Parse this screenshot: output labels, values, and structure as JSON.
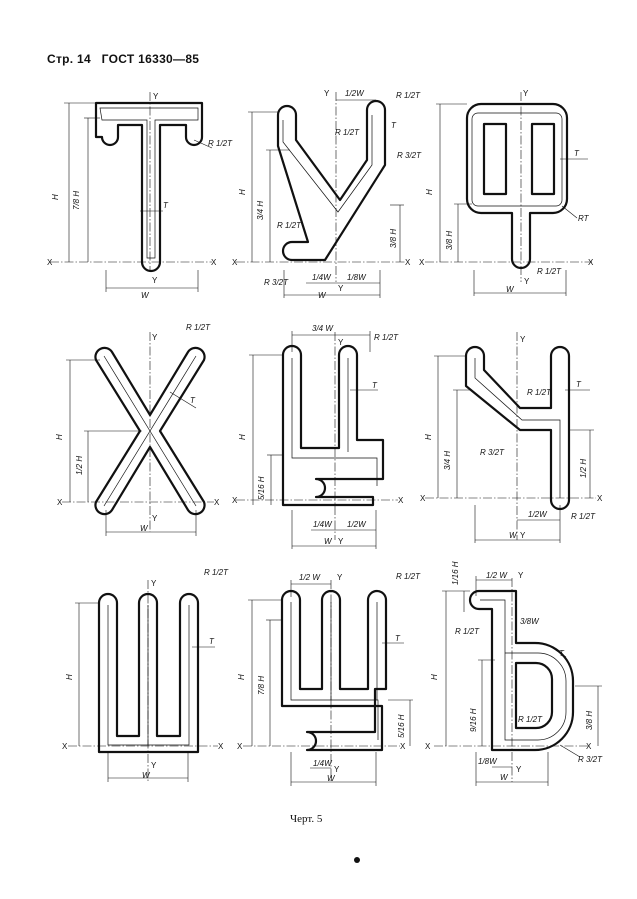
{
  "header": {
    "page": "Стр. 14",
    "doc": "ГОСТ 16330—85"
  },
  "caption": "Черт. 5",
  "letters": [
    {
      "letter": "Т",
      "labels": {
        "H": "H",
        "h78": "7/8 H",
        "W": "W",
        "Y": "Y",
        "X": "X",
        "T": "T",
        "R": "R 1/2T"
      }
    },
    {
      "letter": "У",
      "labels": {
        "Y": "Y",
        "half_w": "1/2W",
        "R1": "R 1/2T",
        "R1b": "R 1/2T",
        "T": "T",
        "R3": "R 3/2T",
        "H": "H",
        "h34": "3/4 H",
        "h38": "3/8 H",
        "R2": "R 1/2T",
        "R3b": "R 3/2T",
        "w14": "1/4W",
        "w18": "1/8W",
        "W": "W",
        "X": "X"
      }
    },
    {
      "letter": "Ф",
      "labels": {
        "Y": "Y",
        "T": "T",
        "RT": "RT",
        "R": "R 1/2T",
        "H": "H",
        "h38": "3/8 H",
        "W": "W",
        "X": "X"
      }
    },
    {
      "letter": "Х",
      "labels": {
        "Y": "Y",
        "R": "R 1/2T",
        "T": "T",
        "H": "H",
        "h12": "1/2 H",
        "W": "W",
        "X": "X"
      }
    },
    {
      "letter": "Ц",
      "labels": {
        "w34": "3/4 W",
        "Y": "Y",
        "R": "R 1/2T",
        "T": "T",
        "H": "H",
        "h516": "5/16 H",
        "w14": "1/4W",
        "w12": "1/2W",
        "W": "W",
        "X": "X"
      }
    },
    {
      "letter": "Ч",
      "labels": {
        "Y": "Y",
        "R1": "R 1/2T",
        "T": "T",
        "R3": "R 3/2T",
        "H": "H",
        "h34": "3/4 H",
        "h12": "1/2 H",
        "w12": "1/2W",
        "R2": "R 1/2T",
        "W": "W",
        "X": "X"
      }
    },
    {
      "letter": "Ш",
      "labels": {
        "R": "R 1/2T",
        "Y": "Y",
        "T": "T",
        "H": "H",
        "W": "W",
        "X": "X"
      }
    },
    {
      "letter": "Щ",
      "labels": {
        "w12": "1/2 W",
        "Y": "Y",
        "R": "R 1/2T",
        "T": "T",
        "H": "H",
        "h78": "7/8 H",
        "h516": "5/16 H",
        "w14": "1/4W",
        "W": "W",
        "X": "X"
      }
    },
    {
      "letter": "Ъ",
      "labels": {
        "h116": "1/16 H",
        "w12": "1/2 W",
        "Y": "Y",
        "R1": "R 1/2T",
        "w38": "3/8W",
        "T": "T",
        "H": "H",
        "h916": "9/16 H",
        "R2": "R 1/2T",
        "h38": "3/8 H",
        "w18": "1/8W",
        "R3": "R 3/2T",
        "W": "W",
        "X": "X"
      }
    }
  ]
}
